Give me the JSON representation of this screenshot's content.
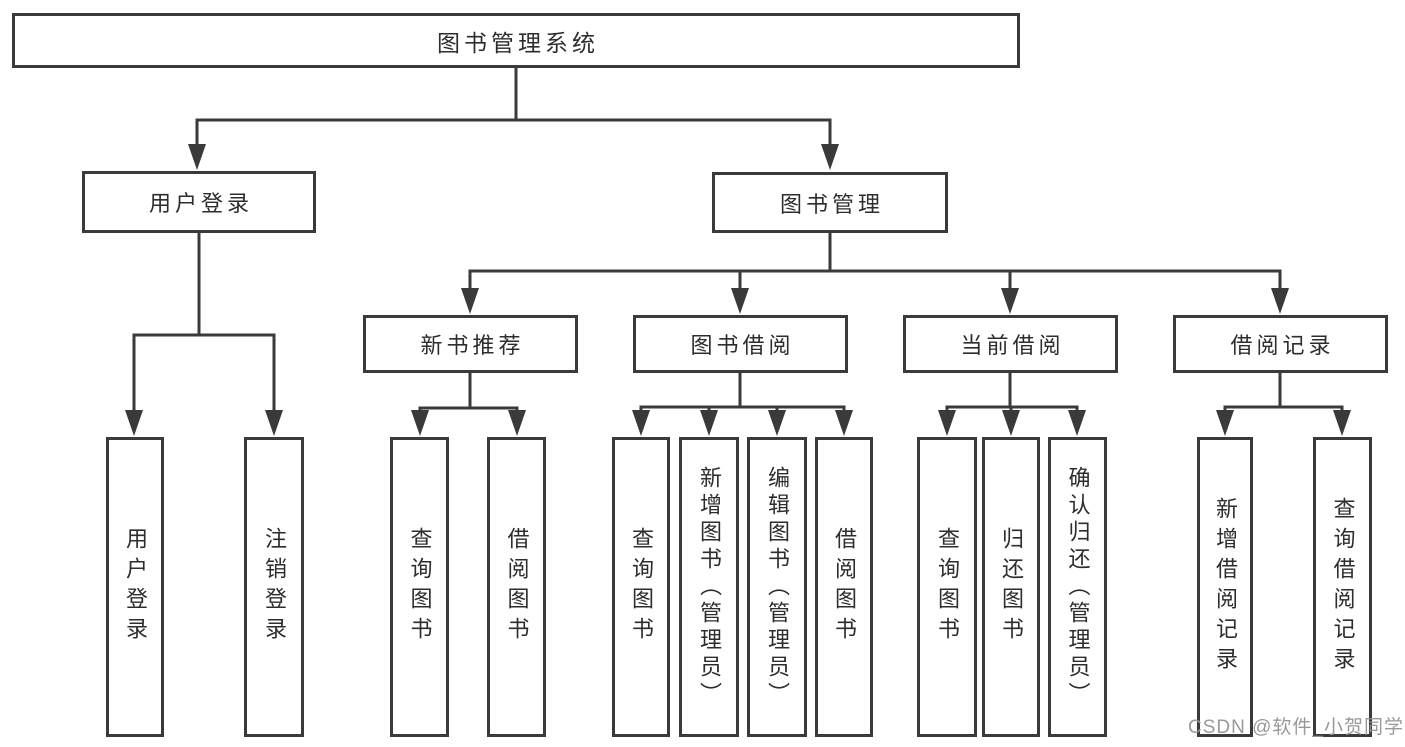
{
  "tree": {
    "root": {
      "label": "图书管理系统",
      "children": [
        {
          "label": "用户登录",
          "children": [
            {
              "label": "用户登录"
            },
            {
              "label": "注销登录"
            }
          ]
        },
        {
          "label": "图书管理",
          "children": [
            {
              "label": "新书推荐",
              "children": [
                {
                  "label": "查询图书"
                },
                {
                  "label": "借阅图书"
                }
              ]
            },
            {
              "label": "图书借阅",
              "children": [
                {
                  "label": "查询图书"
                },
                {
                  "label": "新增图书（管理员）"
                },
                {
                  "label": "编辑图书（管理员）"
                },
                {
                  "label": "借阅图书"
                }
              ]
            },
            {
              "label": "当前借阅",
              "children": [
                {
                  "label": "查询图书"
                },
                {
                  "label": "归还图书"
                },
                {
                  "label": "确认归还（管理员）"
                }
              ]
            },
            {
              "label": "借阅记录",
              "children": [
                {
                  "label": "新增借阅记录"
                },
                {
                  "label": "查询借阅记录"
                }
              ]
            }
          ]
        }
      ]
    }
  },
  "colors": {
    "line": "#3a3a3a",
    "text": "#2d2d2d",
    "watermark": "#949494"
  },
  "watermark": {
    "text": "CSDN @软件_小贺同学"
  }
}
